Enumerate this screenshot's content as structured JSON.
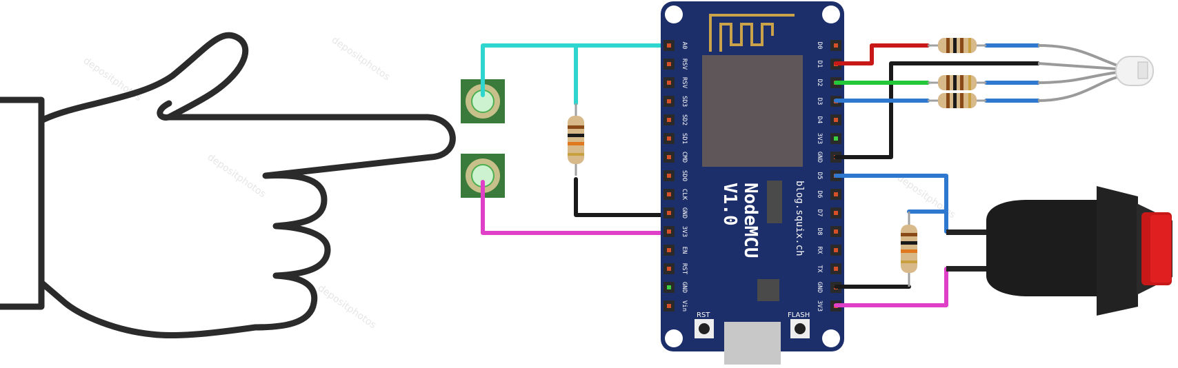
{
  "board": {
    "name": "NodeMCU",
    "version": "V1.0",
    "url": "blog.squix.ch",
    "rst_label": "RST",
    "flash_label": "FLASH",
    "left_pins": [
      "A0",
      "RSV",
      "RSV",
      "SD3",
      "SD2",
      "SD1",
      "CMD",
      "SDO",
      "CLK",
      "GND",
      "3V3",
      "EN",
      "RST",
      "GND",
      "Vin"
    ],
    "right_pins": [
      "D0",
      "D1",
      "D2",
      "D3",
      "D4",
      "3V3",
      "GND",
      "D5",
      "D6",
      "D7",
      "D8",
      "RX",
      "TX",
      "GND",
      "3V3"
    ]
  },
  "colors": {
    "board": "#1d2f6b",
    "wire_cyan": "#2fd6d0",
    "wire_magenta": "#e040c8",
    "wire_black": "#1a1a1a",
    "wire_red": "#c81818",
    "wire_green": "#22c838",
    "wire_blue": "#2f78d0",
    "wire_gray": "#9a9a9a"
  },
  "watermark": "depositphotos"
}
